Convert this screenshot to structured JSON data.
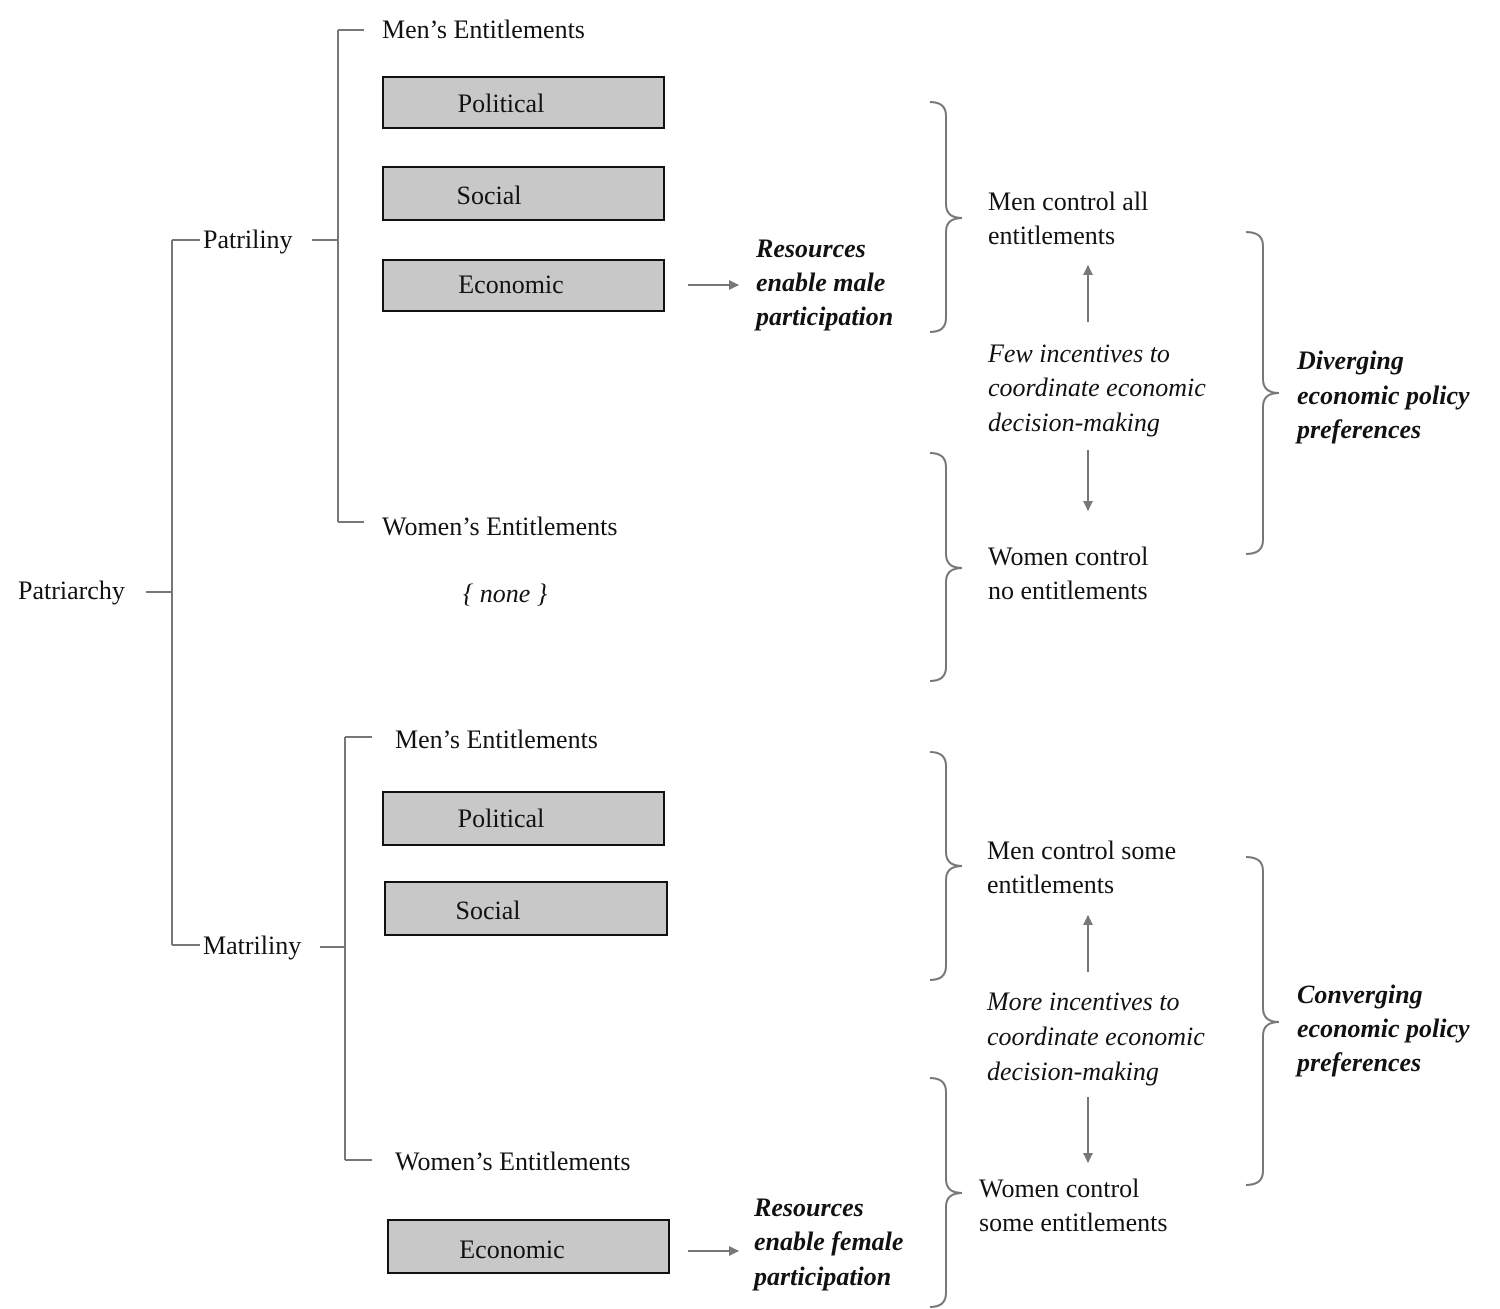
{
  "root": {
    "label": "Patriarchy"
  },
  "patriliny": {
    "label": "Patriliny",
    "mens_title": "Men’s Entitlements",
    "mens_boxes": [
      "Political",
      "Social",
      "Economic"
    ],
    "womens_title": "Women’s Entitlements",
    "womens_none": "{ none }",
    "resources": [
      "Resources",
      "enable male",
      "participation"
    ],
    "men_control": [
      "Men control all",
      "entitlements"
    ],
    "incentives": [
      "Few incentives to",
      "coordinate economic",
      "decision-making"
    ],
    "women_control": [
      "Women control",
      "no entitlements"
    ],
    "outcome": [
      "Diverging",
      "economic policy",
      "preferences"
    ]
  },
  "matriliny": {
    "label": "Matriliny",
    "mens_title": "Men’s Entitlements",
    "mens_boxes": [
      "Political",
      "Social"
    ],
    "womens_title": "Women’s Entitlements",
    "womens_boxes": [
      "Economic"
    ],
    "resources": [
      "Resources",
      "enable female",
      "participation"
    ],
    "men_control": [
      "Men control some",
      "entitlements"
    ],
    "incentives": [
      "More incentives to",
      "coordinate economic",
      "decision-making"
    ],
    "women_control": [
      "Women control",
      "some entitlements"
    ],
    "outcome": [
      "Converging",
      "economic policy",
      "preferences"
    ]
  }
}
